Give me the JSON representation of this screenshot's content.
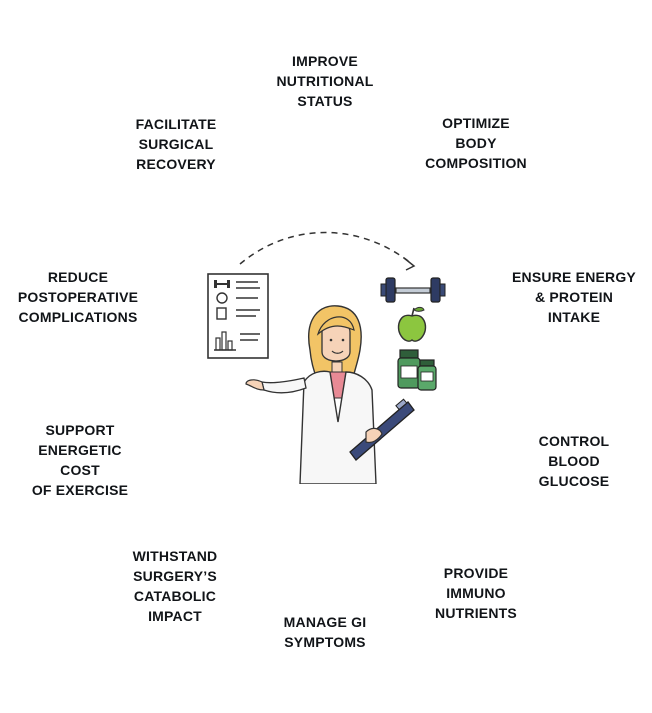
{
  "goals": [
    {
      "key": "improve-nutritional-status",
      "label": "IMPROVE\nNUTRITIONAL\nSTATUS",
      "tone": "dark"
    },
    {
      "key": "optimize-body-composition",
      "label": "OPTIMIZE\nBODY\nCOMPOSITION",
      "tone": "light"
    },
    {
      "key": "ensure-energy-protein-intake",
      "label": "ENSURE ENERGY\n& PROTEIN\nINTAKE",
      "tone": "dark"
    },
    {
      "key": "control-blood-glucose",
      "label": "CONTROL\nBLOOD\nGLUCOSE",
      "tone": "light"
    },
    {
      "key": "provide-immuno-nutrients",
      "label": "PROVIDE\nIMMUNO\nNUTRIENTS",
      "tone": "dark"
    },
    {
      "key": "manage-gi-symptoms",
      "label": "MANAGE GI\nSYMPTOMS",
      "tone": "light"
    },
    {
      "key": "withstand-catabolic-impact",
      "label": "WITHSTAND\nSURGERY’S\nCATABOLIC\nIMPACT",
      "tone": "dark"
    },
    {
      "key": "support-energetic-cost",
      "label": "SUPPORT\nENERGETIC COST\nOF EXERCISE",
      "tone": "light"
    },
    {
      "key": "reduce-postoperative-complications",
      "label": "REDUCE\nPOSTOPERATIVE\nCOMPLICATIONS",
      "tone": "dark"
    },
    {
      "key": "facilitate-surgical-recovery",
      "label": "FACILITATE\nSURGICAL\nRECOVERY",
      "tone": "light"
    }
  ],
  "colors": {
    "dark_circle": "#6eb1e3",
    "light_circle": "#b9dbf3",
    "text": "#111418"
  },
  "illustration": {
    "icons": [
      "document-icon",
      "dumbbell-icon",
      "apple-icon",
      "supplement-bottle-icon",
      "clipboard-icon",
      "dietitian-figure"
    ]
  }
}
